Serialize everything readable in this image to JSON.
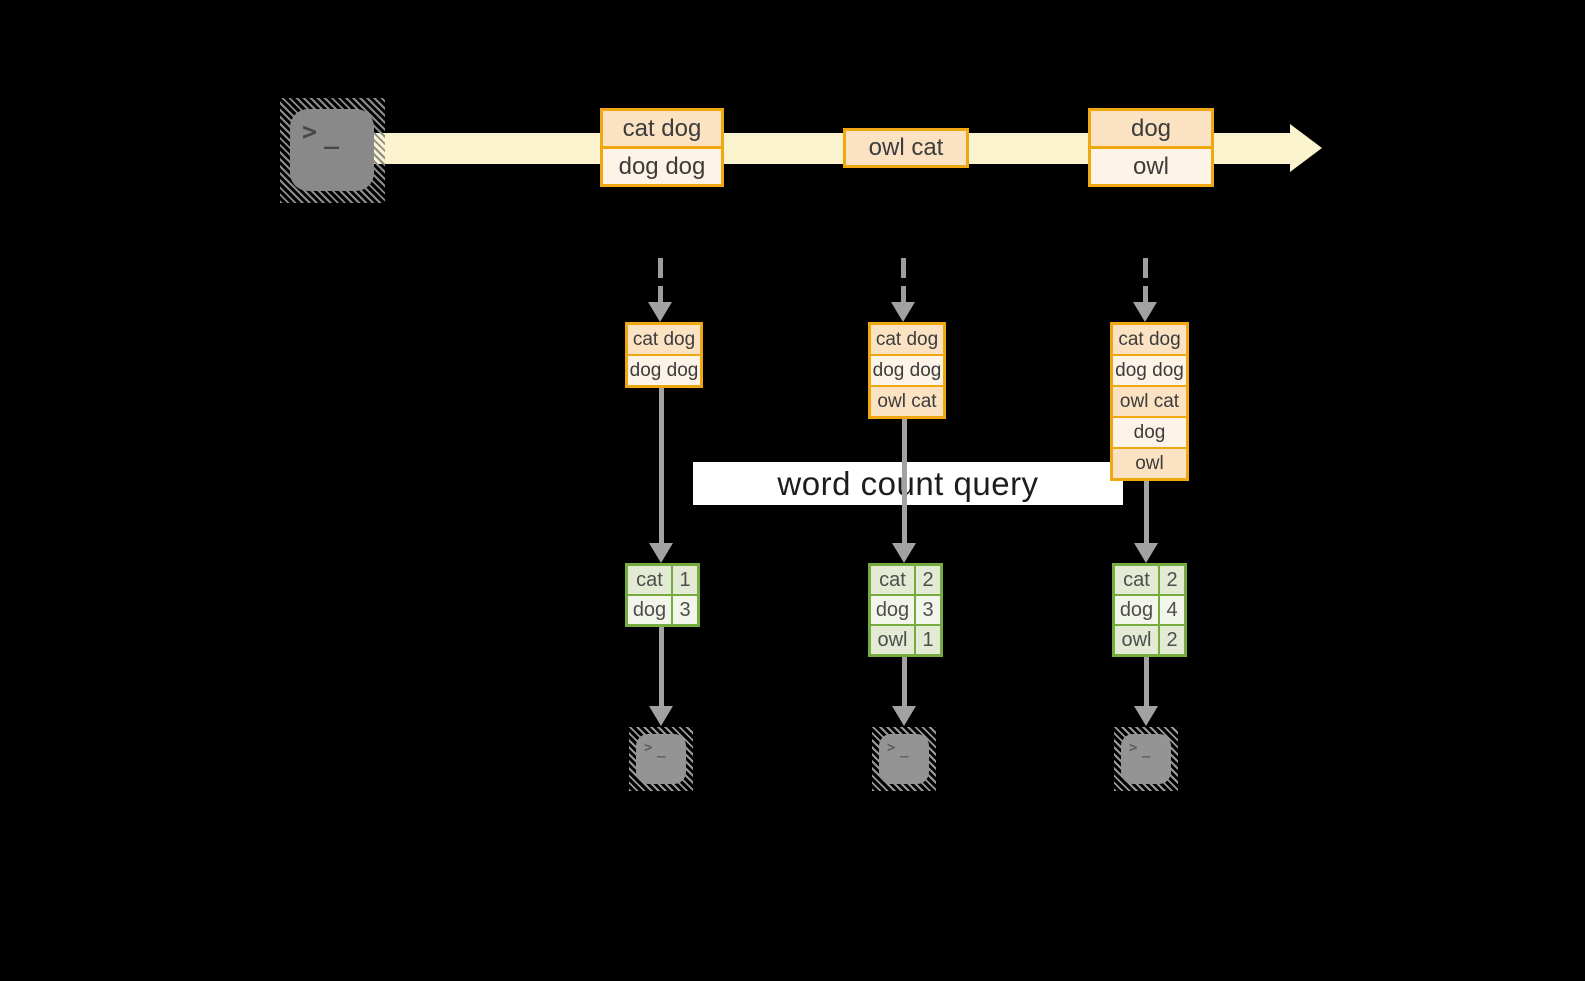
{
  "colors": {
    "background": "#000000",
    "stream_band": "#FBF2CE",
    "event_border": "#F0A811",
    "event_fill_dark": "#FAE2C2",
    "event_fill_light": "#FDF3E6",
    "result_border": "#76AB3F",
    "result_fill_dark": "#E3EBD4",
    "result_fill_light": "#F1F5EA",
    "connector_gray": "#A2A2A2",
    "query_band": "#FFFFFF",
    "terminal_gray": "#898989"
  },
  "source_terminal": {
    "prompt": ">",
    "cursor": "_"
  },
  "stream": {
    "events": [
      {
        "rows": [
          "cat dog",
          "dog dog"
        ]
      },
      {
        "rows": [
          "owl cat"
        ]
      },
      {
        "rows": [
          "dog",
          "owl"
        ]
      }
    ]
  },
  "states": [
    {
      "rows": [
        "cat dog",
        "dog dog"
      ]
    },
    {
      "rows": [
        "cat dog",
        "dog dog",
        "owl cat"
      ]
    },
    {
      "rows": [
        "cat dog",
        "dog dog",
        "owl cat",
        "dog",
        "owl"
      ]
    }
  ],
  "query": {
    "label": "word count query"
  },
  "results": [
    {
      "rows": [
        {
          "word": "cat",
          "count": "1"
        },
        {
          "word": "dog",
          "count": "3"
        }
      ]
    },
    {
      "rows": [
        {
          "word": "cat",
          "count": "2"
        },
        {
          "word": "dog",
          "count": "3"
        },
        {
          "word": "owl",
          "count": "1"
        }
      ]
    },
    {
      "rows": [
        {
          "word": "cat",
          "count": "2"
        },
        {
          "word": "dog",
          "count": "4"
        },
        {
          "word": "owl",
          "count": "2"
        }
      ]
    }
  ],
  "sink_terminals": [
    {
      "prompt": ">",
      "cursor": "_"
    },
    {
      "prompt": ">",
      "cursor": "_"
    },
    {
      "prompt": ">",
      "cursor": "_"
    }
  ]
}
